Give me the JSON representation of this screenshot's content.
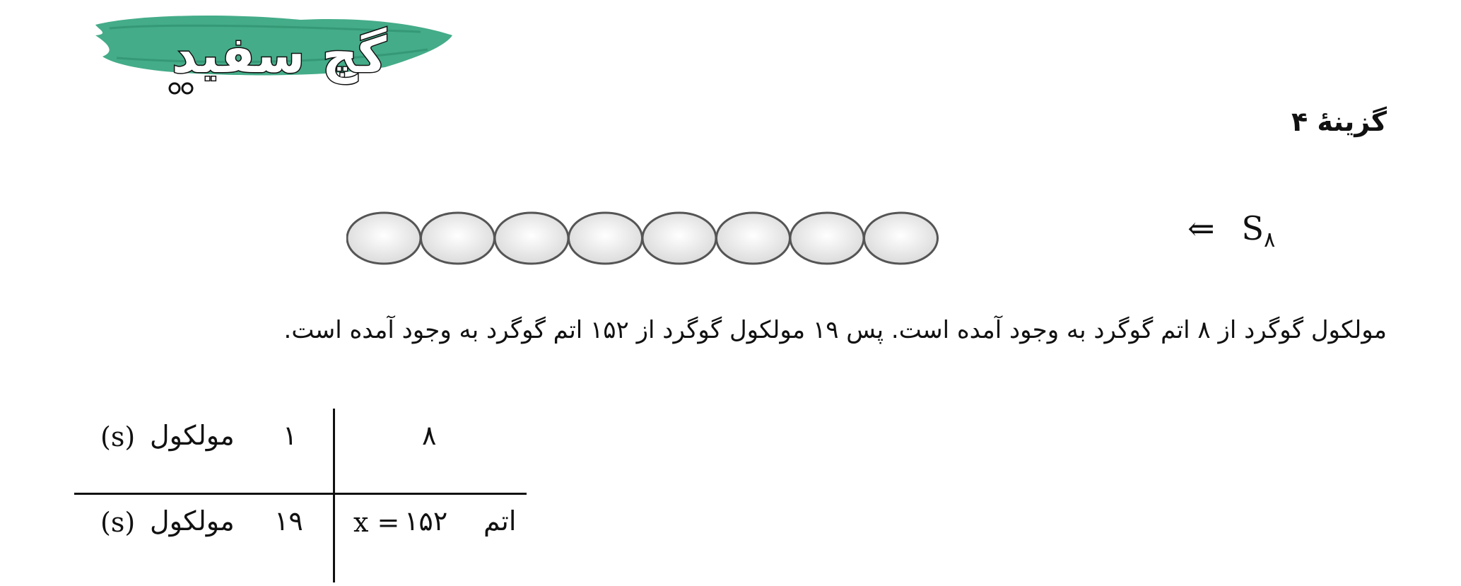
{
  "logo": {
    "text": "گچ سفید",
    "brand_color": "#2e9e7c"
  },
  "heading": "گزینهٔ ۴",
  "diagram": {
    "atom_count": 8,
    "arrow": "⇐",
    "formula_symbol": "S",
    "formula_subscript": "۸",
    "atom_fill": "#e6e6e6",
    "atom_stroke": "#555555"
  },
  "explanation": "مولکول گوگرد از ۸ اتم گوگرد به وجود آمده است. پس ۱۹ مولکول گوگرد از ۱۵۲ اتم گوگرد به وجود آمده است.",
  "proportion": {
    "row1": {
      "unit_symbol": "(s)",
      "unit_word": "مولکول",
      "count": "۱",
      "atoms": "۸"
    },
    "row2": {
      "unit_symbol": "(s)",
      "unit_word": "مولکول",
      "count": "۱۹",
      "x_label": "x =",
      "atoms": "۱۵۲",
      "atoms_word": "اتم"
    }
  }
}
